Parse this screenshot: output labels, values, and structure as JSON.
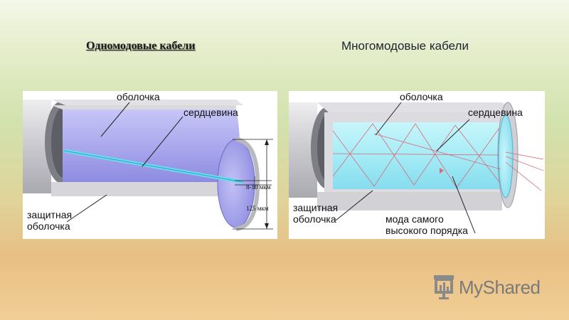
{
  "titles": {
    "single_mode": "Одномодовые кабели",
    "multi_mode": "Многомодовые кабели"
  },
  "single_mode_diagram": {
    "cladding_label": "оболочка",
    "core_label": "сердцевина",
    "jacket_label_line1": "защитная",
    "jacket_label_line2": "оболочка",
    "core_dim": "8-10 мкм",
    "cladding_dim": "125 мкм"
  },
  "multi_mode_diagram": {
    "cladding_label": "оболочка",
    "core_label": "сердцевина",
    "jacket_label_line1": "защитная",
    "jacket_label_line2": "оболочка",
    "mode_label_line1": "мода самого",
    "mode_label_line2": "высокого порядка"
  },
  "logo": {
    "text": "MyShared",
    "icon": "presentation-board-icon"
  },
  "colors": {
    "single_core_fill": "#a9a7ee",
    "multi_core_fill": "#a4ecf6",
    "jacket_fill": "#d4d4d8"
  }
}
